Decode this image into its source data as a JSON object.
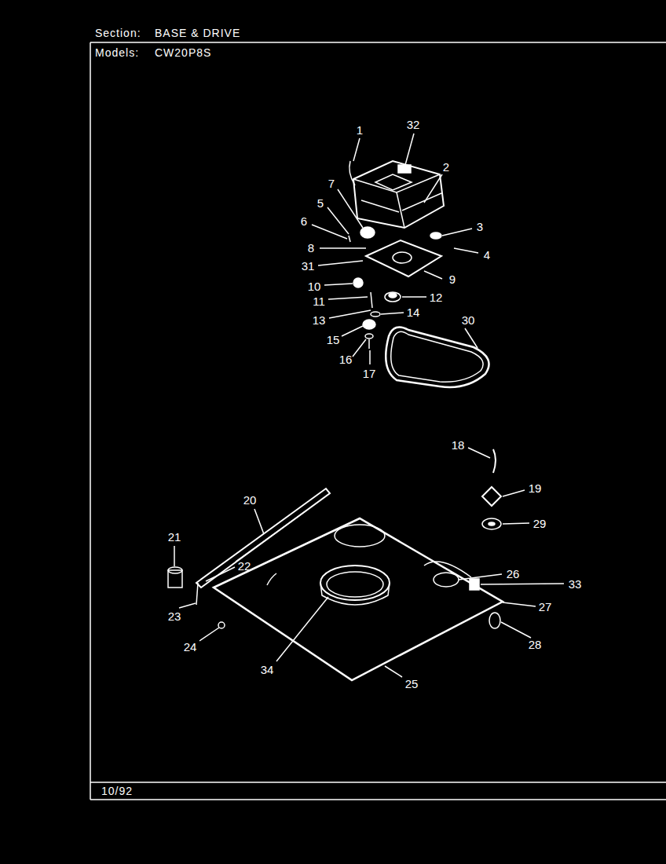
{
  "diagram": {
    "labels": [
      "Section:",
      "BASE & DRIVE",
      "Models:",
      "CW20P8S",
      "1",
      "32",
      "2",
      "7",
      "5",
      "6",
      "3",
      "8",
      "4",
      "31",
      "9",
      "10",
      "12",
      "11",
      "30",
      "13",
      "14",
      "15",
      "16",
      "17",
      "18",
      "19",
      "29",
      "20",
      "21",
      "22",
      "26",
      "33",
      "23",
      "27",
      "24",
      "28",
      "34",
      "25",
      "10/92"
    ]
  }
}
